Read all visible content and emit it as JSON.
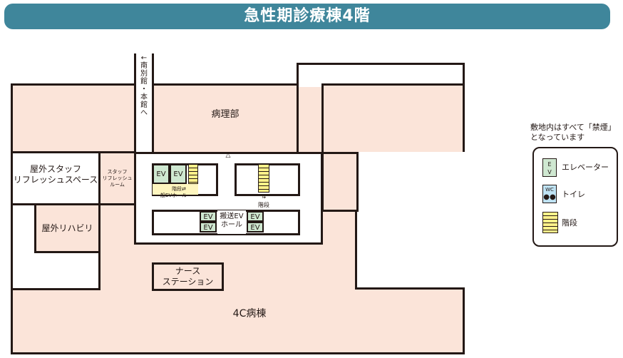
{
  "title": "急性期診療棟4階",
  "notice": {
    "line1": "敷地内はすべて「禁煙」",
    "line2": "となっています"
  },
  "corridor_label": [
    "←",
    "南",
    "別",
    "館",
    "・",
    "本",
    "館",
    "へ"
  ],
  "rooms": {
    "pathology": "病理部",
    "outdoor_staff_refresh": [
      "屋外スタッフ",
      "リフレッシュスペース"
    ],
    "staff_refresh_room": [
      "スタッフ",
      "リフレッシュ",
      "ルーム"
    ],
    "outdoor_rehab": "屋外リハビリ",
    "nurse_station": [
      "ナース",
      "ステーション"
    ],
    "ward_4c": "4C病棟",
    "general_ev_hall": "一般EVホール",
    "transport_ev_hall": [
      "搬送EV",
      "ホール"
    ],
    "stairs_left": "階段⇄",
    "stairs_right": "⇅",
    "stairs_right_label": "階段",
    "north_mark": "△"
  },
  "ev_label": "EV",
  "legend": {
    "elevator_icon": [
      "E",
      "V"
    ],
    "elevator": "エレベーター",
    "toilet_icon": "WC",
    "toilet": "トイレ",
    "stairs": "階段"
  },
  "colors": {
    "title_bg": "#3f869b",
    "room": "#fbe4d9",
    "elevator": "#cfe8d1",
    "toilet": "#bfe3f4",
    "stairs": "#fff28a"
  }
}
